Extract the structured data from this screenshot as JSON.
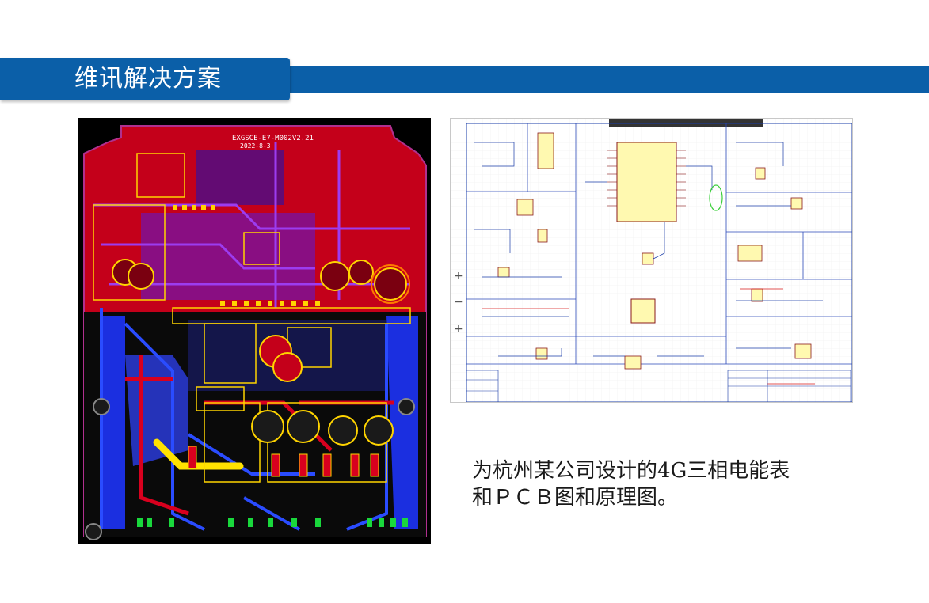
{
  "header": {
    "title": "维讯解决方案",
    "accent_color": "#0b5fa8"
  },
  "figures": {
    "pcb_layout": {
      "icon": "pcb-layout-image",
      "board_label": "EXGSCE-E7-M002V2.21",
      "board_date": "2022-8-3"
    },
    "schematic": {
      "icon": "schematic-image",
      "side_controls": [
        "+",
        "−",
        "+"
      ]
    }
  },
  "caption": {
    "line1": "为杭州某公司设计的4G三相电能表",
    "line2": "和ＰＣＢ图和原理图。"
  }
}
